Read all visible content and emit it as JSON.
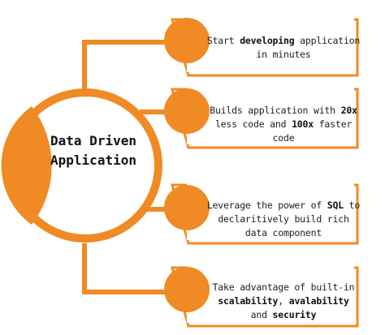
{
  "colors": {
    "accent": "#f08a24",
    "background": "#ffffff",
    "text": "#1d1d1d",
    "card_fill": "#ffffff"
  },
  "hub": {
    "title_line1": "Data Driven",
    "title_line2": "Application"
  },
  "items": [
    {
      "parts": [
        [
          "Start ",
          false
        ],
        [
          "developing",
          true
        ],
        [
          " application in minutes",
          false
        ]
      ]
    },
    {
      "parts": [
        [
          "Builds application with ",
          false
        ],
        [
          "20x",
          true
        ],
        [
          " less code and ",
          false
        ],
        [
          "100x",
          true
        ],
        [
          " faster code",
          false
        ]
      ]
    },
    {
      "parts": [
        [
          "Leverage the power of ",
          false
        ],
        [
          "SQL",
          true
        ],
        [
          " to declaritively build rich data component",
          false
        ]
      ]
    },
    {
      "parts": [
        [
          "Take advantage of built-in ",
          false
        ],
        [
          "scalability",
          true
        ],
        [
          ", ",
          false
        ],
        [
          "avalability",
          true
        ],
        [
          " and ",
          false
        ],
        [
          "security",
          true
        ]
      ]
    }
  ]
}
